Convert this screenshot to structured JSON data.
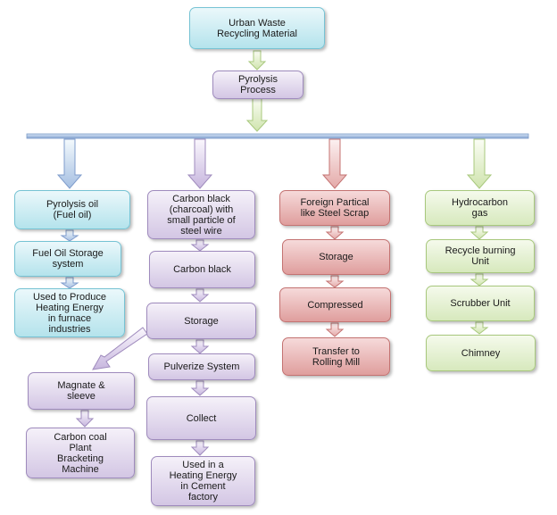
{
  "diagram": {
    "top": {
      "source": "Urban Waste\nRecycling Material",
      "process": "Pyrolysis\nProcess"
    },
    "branches": {
      "oil": [
        "Pyrolysis oil\n(Fuel oil)",
        "Fuel Oil Storage\nsystem",
        "Used to Produce\nHeating Energy\nin furnace\nindustries"
      ],
      "carbon": [
        "Carbon black\n(charcoal) with\nsmall particle of\nsteel wire",
        "Carbon black",
        "Storage",
        "Pulverize System",
        "Collect",
        "Used in a\nHeating Energy\nin Cement\nfactory"
      ],
      "magnet": [
        "Magnate &\nsleeve",
        "Carbon coal\nPlant\nBracketing\nMachine"
      ],
      "steel": [
        "Foreign Partical\nlike Steel Scrap",
        "Storage",
        "Compressed",
        "Transfer to\nRolling Mill"
      ],
      "gas": [
        "Hydrocarbon\ngas",
        "Recycle burning\nUnit",
        "Scrubber Unit",
        "Chimney"
      ]
    }
  },
  "colors": {
    "blue": "#b4e3ec",
    "purple": "#d3c6e4",
    "red": "#df9e9d",
    "green": "#d7e9bd",
    "bar": "#8faed6"
  }
}
